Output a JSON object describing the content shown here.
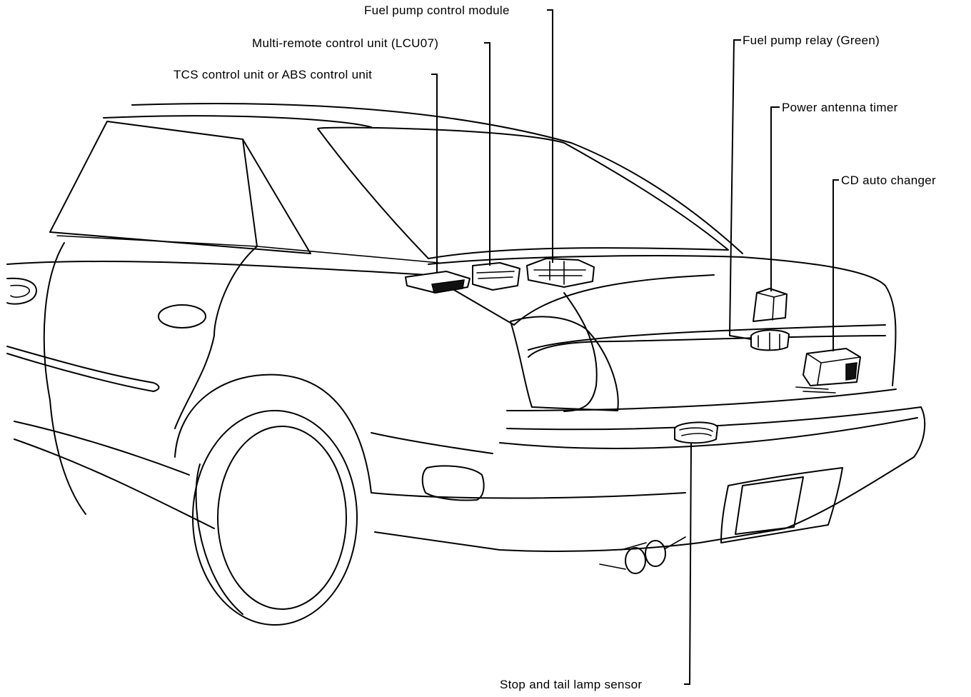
{
  "labels": {
    "fuel_pump_control_module": "Fuel pump control module",
    "multi_remote_control_unit": "Multi-remote control unit (LCU07)",
    "tcs_abs_control_unit": "TCS control unit or ABS control unit",
    "fuel_pump_relay": "Fuel pump relay (Green)",
    "power_antenna_timer": "Power antenna timer",
    "cd_auto_changer": "CD auto changer",
    "stop_tail_lamp_sensor": "Stop and tail lamp sensor"
  }
}
